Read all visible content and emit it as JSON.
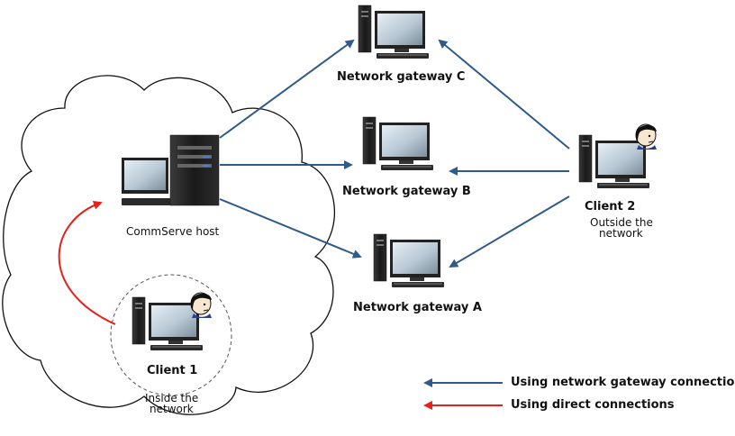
{
  "nodes": {
    "commserve": {
      "label": "CommServe host"
    },
    "gateway_c": {
      "label": "Network gateway C"
    },
    "gateway_b": {
      "label": "Network gateway B"
    },
    "gateway_a": {
      "label": "Network gateway A"
    },
    "client_2": {
      "label": "Client 2",
      "sublabel_line1": "Outside the",
      "sublabel_line2": "network"
    },
    "client_1": {
      "label": "Client 1",
      "sublabel_line1": "Inside the",
      "sublabel_line2": "network"
    }
  },
  "legend": {
    "gateway": {
      "label": "Using network gateway connections",
      "color": "#2f5a8c"
    },
    "direct": {
      "label": "Using direct connections",
      "color": "#e8201a"
    }
  },
  "colors": {
    "gateway_arrow": "#2f5a8c",
    "direct_arrow": "#e8201a"
  }
}
